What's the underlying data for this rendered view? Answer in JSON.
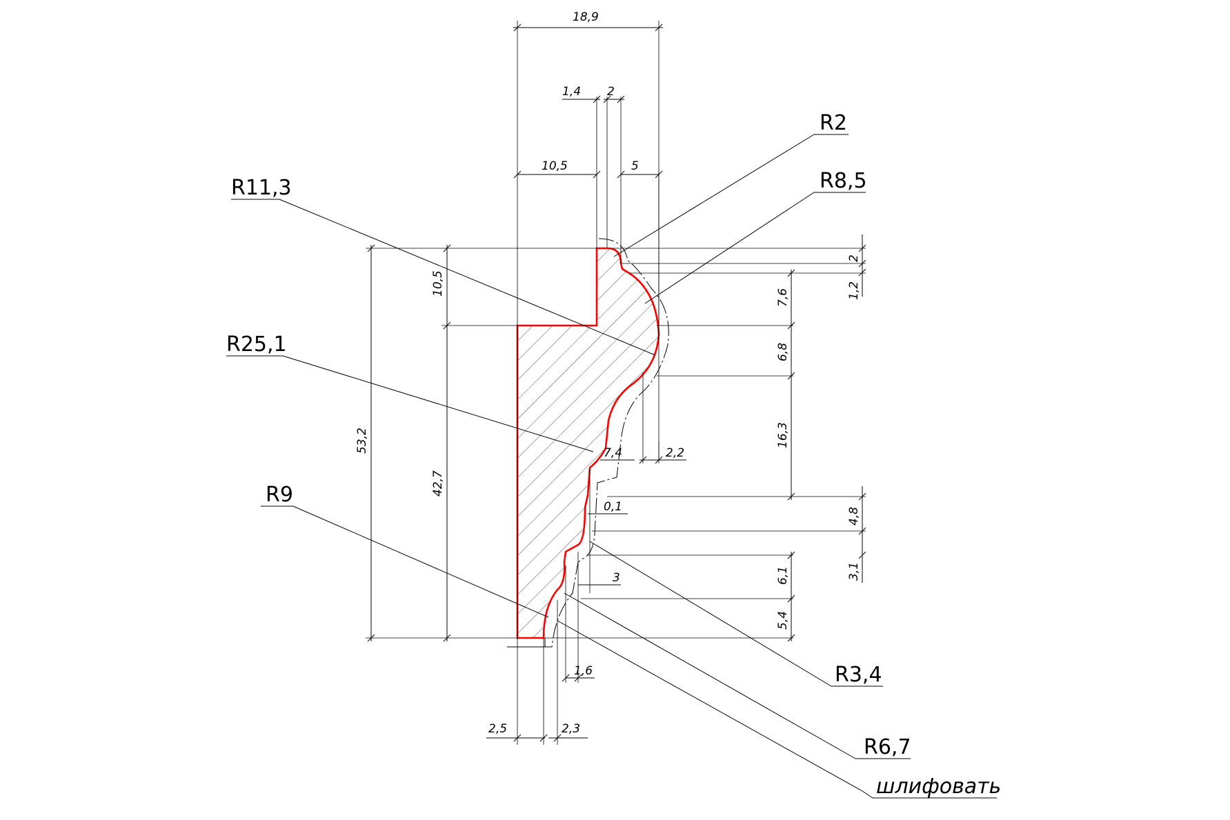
{
  "colors": {
    "profile": "#ff0000",
    "lines": "#000000",
    "background": "#ffffff"
  },
  "dims": {
    "w_18_9": "18,9",
    "w_1_4": "1,4",
    "w_2_top": "2",
    "w_10_5": "10,5",
    "w_5": "5",
    "h_53_2": "53,2",
    "h_10_5": "10,5",
    "h_42_7": "42,7",
    "r_2": "2",
    "r_1_2": "1,2",
    "r_7_6": "7,6",
    "r_6_8": "6,8",
    "r_16_3": "16,3",
    "r_4_8": "4,8",
    "r_3_1": "3,1",
    "r_6_1": "6,1",
    "r_5_4": "5,4",
    "m_7_4": "7,4",
    "m_2_2": "2,2",
    "m_0_1": "0,1",
    "m_3": "3",
    "b_1_6": "1,6",
    "b_2_5": "2,5",
    "b_2_3": "2,3"
  },
  "labels": {
    "R2": "R2",
    "R8_5": "R8,5",
    "R11_3": "R11,3",
    "R25_1": "R25,1",
    "R9": "R9",
    "R3_4": "R3,4",
    "R6_7": "R6,7",
    "note": "шлифовать"
  }
}
